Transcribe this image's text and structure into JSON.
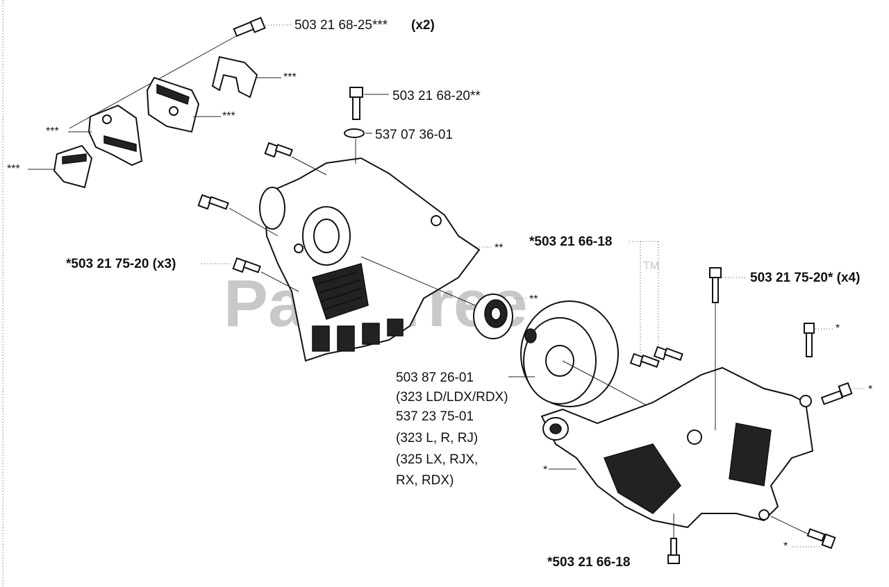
{
  "watermark": {
    "text": "PartsTree",
    "trademark": "TM",
    "color": "#c8c8c8"
  },
  "labels": {
    "bolt_top": "503 21 68-25***",
    "bolt_top_qty": "(x2)",
    "top_clamp_marker": "***",
    "mid_clamp_marker": "***",
    "left_clamp_marker": "***",
    "far_left_clamp_marker": "***",
    "screw_20": "503 21 68-20**",
    "washer": "537 07 36-01",
    "left_screws": "*503 21 75-20 (x3)",
    "housing_marker": "**",
    "bearing_marker": "**",
    "clutch_line1": "503 87 26-01",
    "clutch_line2": "(323 LD/LDX/RDX)",
    "clutch_line3": "537 23 75-01",
    "clutch_line4": "(323 L, R, RJ)",
    "clutch_line5": "(325 LX, RJX,",
    "clutch_line6": "RX, RDX)",
    "screw_66_top": "*503 21 66-18",
    "right_screws": "503 21 75-20* (x4)",
    "right_bolt_marker_1": "*",
    "right_bolt_marker_2": "*",
    "crankcase_marker": "*",
    "bottom_right_marker": "*",
    "screw_66_bottom": "*503 21 66-18"
  }
}
